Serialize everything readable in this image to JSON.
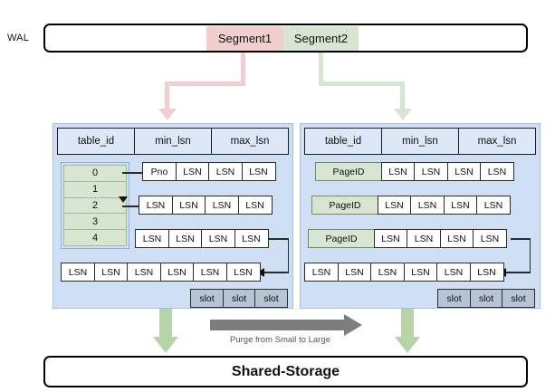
{
  "wal": {
    "label": "WAL",
    "segments": [
      {
        "name": "Segment1",
        "color": "#f2cfcf"
      },
      {
        "name": "Segment2",
        "color": "#d7e5d2"
      }
    ]
  },
  "panels": {
    "headers": [
      "table_id",
      "min_lsn",
      "max_lsn"
    ],
    "left": {
      "id_list": [
        "0",
        "1",
        "2",
        "3",
        "4"
      ],
      "rows": [
        [
          "Pno",
          "LSN",
          "LSN",
          "LSN"
        ],
        [
          "LSN",
          "LSN",
          "LSN",
          "LSN"
        ],
        [
          "LSN",
          "LSN",
          "LSN",
          "LSN"
        ]
      ],
      "bottom_row": [
        "LSN",
        "LSN",
        "LSN",
        "LSN",
        "LSN",
        "LSN"
      ],
      "slots": [
        "slot",
        "slot",
        "slot"
      ]
    },
    "right": {
      "rows": [
        [
          "PageID",
          "LSN",
          "LSN",
          "LSN",
          "LSN"
        ],
        [
          "PageID",
          "LSN",
          "LSN",
          "LSN",
          "LSN"
        ],
        [
          "PageID",
          "LSN",
          "LSN",
          "LSN",
          "LSN"
        ]
      ],
      "bottom_row": [
        "LSN",
        "LSN",
        "LSN",
        "LSN",
        "LSN",
        "LSN"
      ],
      "slots": [
        "slot",
        "slot",
        "slot"
      ]
    }
  },
  "purge": {
    "label": "Purge from Small to Large",
    "color": "#7d7d7d"
  },
  "storage": {
    "label": "Shared-Storage"
  },
  "colors": {
    "segment1": "#f2cfcf",
    "segment2": "#d7e5d2",
    "panel_bg": "#cfe0f5",
    "green_arrow": "#b6d4a8",
    "slot_bg": "#b6c4d4"
  }
}
